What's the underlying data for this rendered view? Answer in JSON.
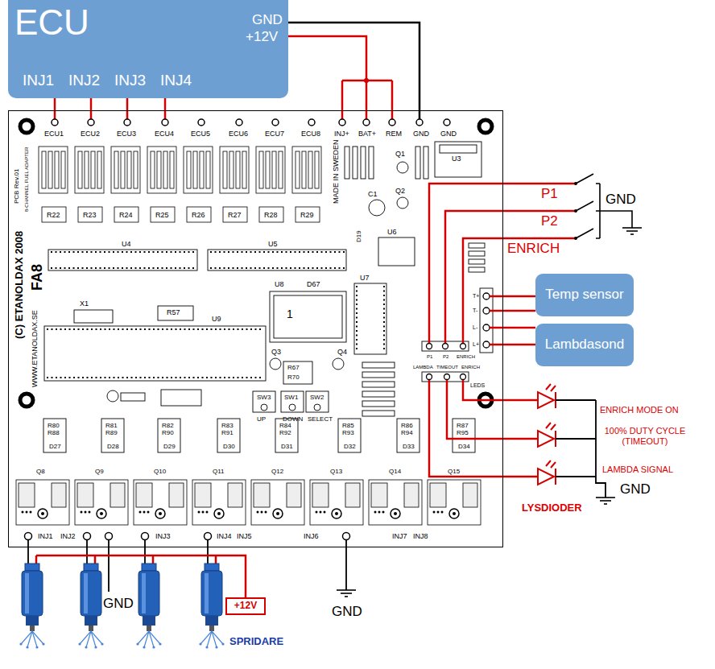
{
  "diagram": {
    "nodes": [
      {
        "text": [
          "ECU",
          "GND",
          "+12V",
          "INJ1",
          "INJ2",
          "INJ3",
          "INJ4"
        ]
      },
      {
        "text": [
          "ECU1",
          "ECU2",
          "ECU3",
          "ECU4",
          "ECU5",
          "ECU6",
          "ECU7",
          "ECU8",
          "INJ+",
          "BAT+",
          "REM",
          "GND",
          "GND",
          "PCB Rev.01",
          "8-CHANNEL FUEL ADAPTER",
          "MADE IN SWEDEN",
          "R22",
          "R23",
          "R24",
          "R25",
          "R26",
          "R27",
          "R28",
          "R29",
          "U3",
          "Q1",
          "Q2",
          "C1",
          "D19",
          "U4",
          "U5",
          "U6",
          "U7",
          "U8",
          "D67",
          "1",
          "U9",
          "X1",
          "R57",
          "Q3",
          "Q4",
          "R67",
          "R70",
          "SW3",
          "SW1",
          "SW2",
          "UP",
          "DOWN",
          "SELECT",
          "P1",
          "P2",
          "ENRICH",
          "LAMBDA",
          "TIMEOUT",
          "ENRICH",
          "LEDS",
          "(C) ETANOLDAX 2008",
          "FA8",
          "WWW.ETANOLDAX.SE",
          "T+",
          "T-",
          "L-",
          "L+",
          "R80",
          "R81",
          "R82",
          "R83",
          "R84",
          "R85",
          "R86",
          "R87",
          "R88",
          "R89",
          "R90",
          "R91",
          "R92",
          "R93",
          "R94",
          "R95",
          "D27",
          "D28",
          "D29",
          "D30",
          "D31",
          "D32",
          "D33",
          "D34",
          "Q8",
          "Q9",
          "Q10",
          "Q11",
          "Q12",
          "Q13",
          "Q14",
          "Q15",
          "INJ1",
          "INJ2",
          "INJ3",
          "INJ4",
          "INJ5",
          "INJ6",
          "INJ7",
          "INJ8"
        ]
      },
      {
        "text": [
          "Temp sensor"
        ]
      },
      {
        "text": [
          "Lambdasond"
        ]
      },
      {
        "text": [
          "+12V"
        ]
      }
    ],
    "edges": [
      {
        "from": 0,
        "to": 1,
        "arrow": "none"
      },
      {
        "from": 0,
        "to": 1,
        "arrow": "none"
      },
      {
        "from": 0,
        "to": 1,
        "arrow": "none"
      },
      {
        "from": 0,
        "to": 1,
        "arrow": "none"
      },
      {
        "from": 0,
        "to": 1,
        "arrow": "none"
      },
      {
        "from": 0,
        "to": 1,
        "arrow": "none"
      },
      {
        "from": 2,
        "to": 1,
        "arrow": "none"
      },
      {
        "from": 2,
        "to": 1,
        "arrow": "none"
      },
      {
        "from": 3,
        "to": 1,
        "arrow": "none"
      },
      {
        "from": 3,
        "to": 1,
        "arrow": "none"
      }
    ],
    "labels": [
      "P1",
      "P2",
      "ENRICH",
      "GND",
      "ENRICH MODE ON",
      "100% DUTY CYCLE (TIMEOUT)",
      "LAMBDA SIGNAL",
      "GND",
      "LYSDIODER",
      "GND",
      "GND",
      "SPRIDARE"
    ]
  }
}
